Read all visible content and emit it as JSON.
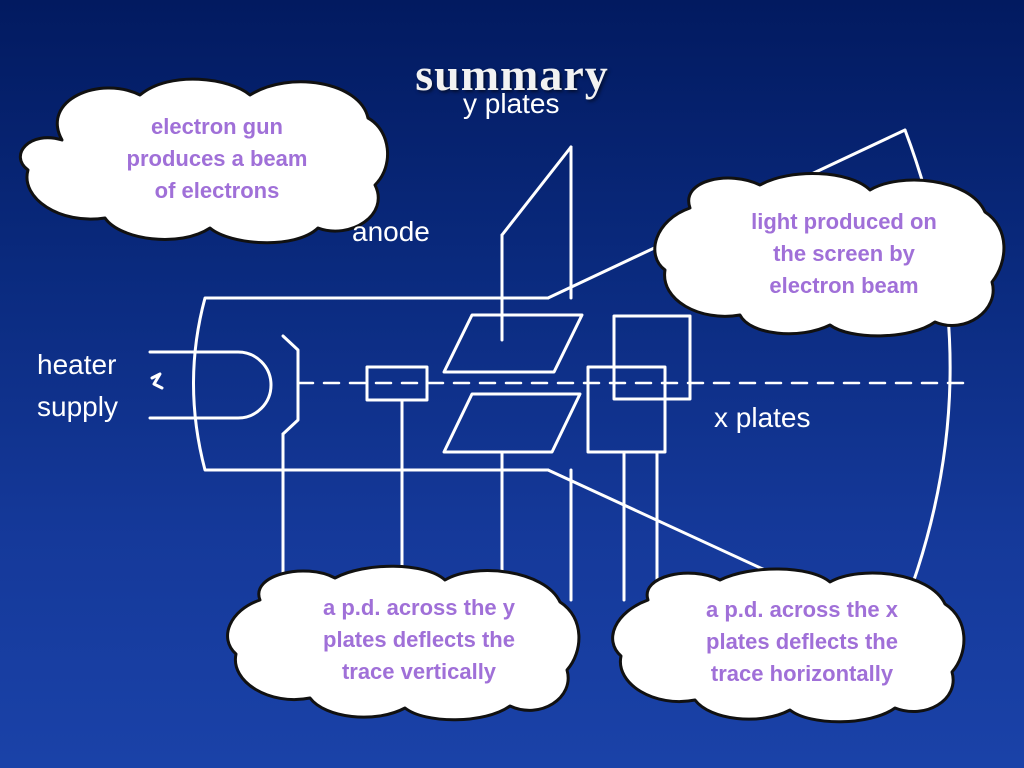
{
  "title": "summary",
  "labels": {
    "y_plates": "y plates",
    "anode": "anode",
    "heater": "heater",
    "supply": "supply",
    "x_plates": "x plates"
  },
  "callouts": {
    "electron_gun": [
      "electron gun",
      "produces a beam",
      "of electrons"
    ],
    "light_screen": [
      "light produced on",
      "the screen by",
      "electron beam"
    ],
    "y_plates_pd": [
      "a p.d. across the y",
      "plates deflects the",
      "trace vertically"
    ],
    "x_plates_pd": [
      "a p.d. across the x",
      "plates deflects the",
      "trace horizontally"
    ]
  },
  "colors": {
    "background": "#0a2a7e",
    "line": "#ffffff",
    "cloud_fill": "#ffffff",
    "cloud_outline": "#111111",
    "callout_text": "#a070d8"
  }
}
